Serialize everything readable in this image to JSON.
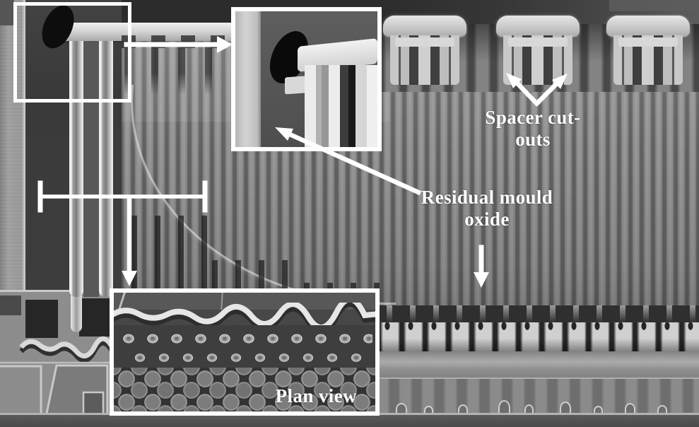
{
  "figure": {
    "type": "SEM cross-section micrograph with callout annotations",
    "annotation_color": "#ffffff",
    "labels": {
      "spacer_line1": "Spacer cut-",
      "spacer_line2": "outs",
      "residual_line1": "Residual mould",
      "residual_line2": "oxide",
      "plan_view": "Plan view"
    },
    "icons": {
      "callout_arrow": "solid white arrow",
      "measurement_bracket": "white I-beam span bar",
      "highlight_box": "white rectangle outline"
    }
  }
}
